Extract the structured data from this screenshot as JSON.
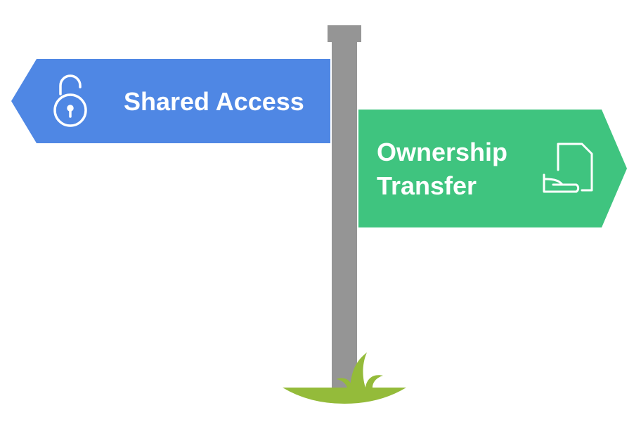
{
  "signs": {
    "left": {
      "label": "Shared Access",
      "icon": "unlocked-padlock-icon",
      "color": "#4f87e4"
    },
    "right": {
      "line1": "Ownership",
      "line2": "Transfer",
      "icon": "document-handover-icon",
      "color": "#3fc47f"
    }
  },
  "post": {
    "color": "#959595"
  },
  "grass": {
    "color": "#94bb3a"
  }
}
